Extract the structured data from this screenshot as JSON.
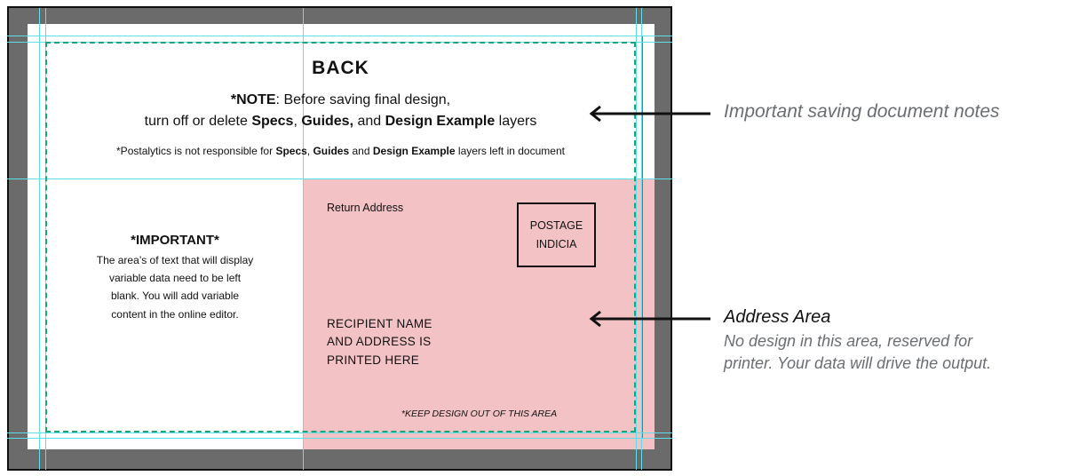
{
  "document": {
    "title": "BACK",
    "note": {
      "prefix": "*NOTE",
      "line1_rest": ": Before saving final design,",
      "line2_start": "turn off or delete ",
      "specs": "Specs",
      "sep1": ", ",
      "guides": "Guides,",
      "sep2": " and ",
      "design_example": "Design Example",
      "line2_end": " layers"
    },
    "disclaimer": {
      "start": "*Postalytics is not responsible for ",
      "specs": "Specs",
      "sep1": ", ",
      "guides": "Guides",
      "sep2": " and ",
      "design_example": "Design Example",
      "end": " layers left in document"
    },
    "important": {
      "title": "*IMPORTANT*",
      "lines": [
        "The area’s of text that will display",
        "variable data need to be left",
        "blank. You will add variable",
        "content in the online editor."
      ]
    },
    "return_address": "Return Address",
    "postage": [
      "POSTAGE",
      "INDICIA"
    ],
    "recipient": [
      "RECIPIENT NAME",
      "AND ADDRESS IS",
      "PRINTED HERE"
    ],
    "keep_out": "*KEEP DESIGN OUT OF THIS AREA"
  },
  "callouts": {
    "notes": "Important saving document notes",
    "address_title": "Address Area",
    "address_desc": [
      "No design in this area, reserved for",
      "printer. Your data will drive the output."
    ]
  },
  "colors": {
    "frame": "#6b6b6b",
    "address_area": "#f2c2c5",
    "guide": "#5ee0e8",
    "safe_zone": "#1fa17a",
    "callout_text": "#6a6e73"
  },
  "icons": [
    "arrow-left-icon"
  ]
}
